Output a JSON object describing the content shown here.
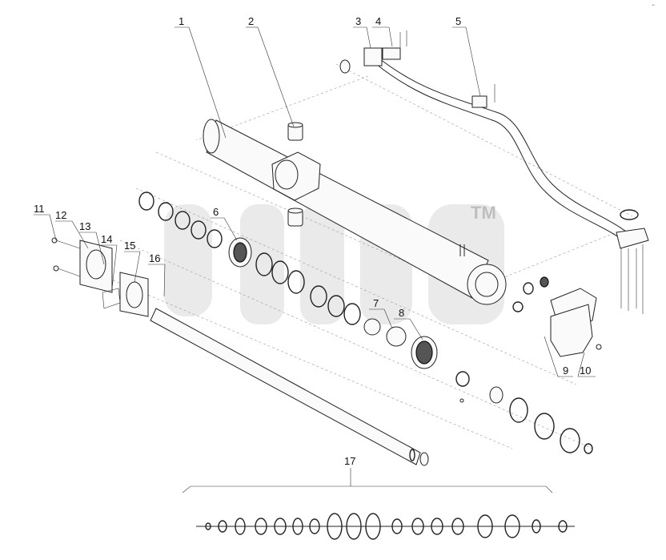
{
  "diagram": {
    "watermark_tm": "TM",
    "corner_mark": "•·",
    "callouts": [
      {
        "id": "1",
        "label": "1"
      },
      {
        "id": "2",
        "label": "2"
      },
      {
        "id": "3",
        "label": "3"
      },
      {
        "id": "4",
        "label": "4"
      },
      {
        "id": "5",
        "label": "5"
      },
      {
        "id": "6",
        "label": "6"
      },
      {
        "id": "7",
        "label": "7"
      },
      {
        "id": "8",
        "label": "8"
      },
      {
        "id": "9",
        "label": "9"
      },
      {
        "id": "10",
        "label": "10"
      },
      {
        "id": "11",
        "label": "11"
      },
      {
        "id": "12",
        "label": "12"
      },
      {
        "id": "13",
        "label": "13"
      },
      {
        "id": "14",
        "label": "14"
      },
      {
        "id": "15",
        "label": "15"
      },
      {
        "id": "16",
        "label": "16"
      },
      {
        "id": "17",
        "label": "17"
      }
    ],
    "colors": {
      "ink": "#222222",
      "watermark": "#d9d9d9",
      "background": "#ffffff"
    }
  }
}
